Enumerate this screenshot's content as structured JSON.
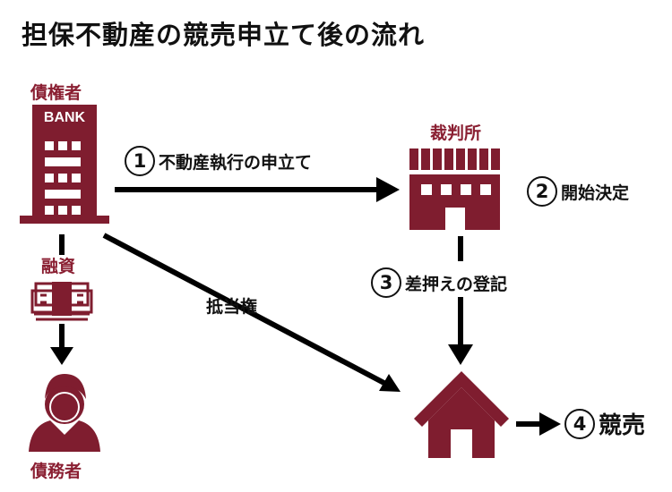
{
  "title": "担保不動産の競売申立て後の流れ",
  "colors": {
    "brand": "#7f1d2f",
    "arrow": "#000000"
  },
  "nodes": {
    "creditor": {
      "label": "債権者",
      "sign": "BANK",
      "icon": "bank-building-icon"
    },
    "court": {
      "label": "裁判所",
      "icon": "court-building-icon"
    },
    "debtor": {
      "label": "債務者",
      "icon": "person-icon"
    },
    "property": {
      "icon": "house-icon"
    }
  },
  "edges": {
    "financing": {
      "label": "融資",
      "icon": "money-bundle-icon"
    },
    "mortgage": {
      "label": "抵当権"
    },
    "step1": {
      "num": "1",
      "label": "不動産執行の申立て"
    },
    "step2": {
      "num": "2",
      "label": "開始決定"
    },
    "step3": {
      "num": "3",
      "label": "差押えの登記"
    },
    "step4": {
      "num": "4",
      "label": "競売"
    }
  }
}
